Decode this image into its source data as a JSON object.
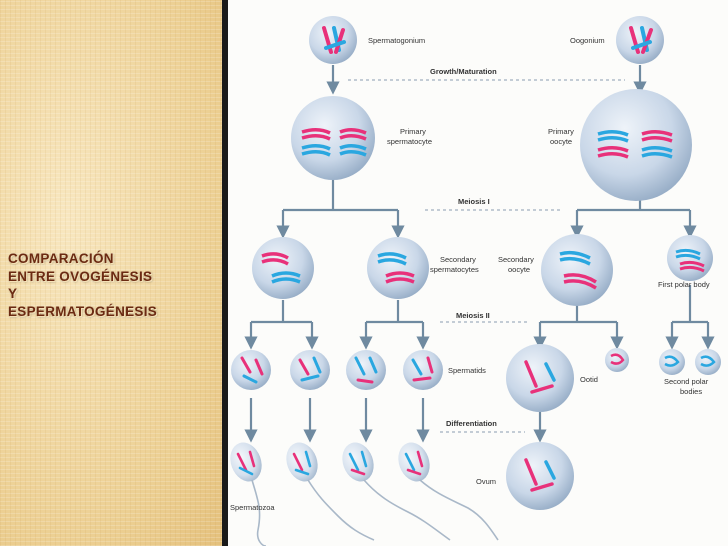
{
  "slide_title": {
    "line1": "COMPARACIÓN",
    "line2": "ENTRE OVOGÉNESIS",
    "line3": "Y",
    "line4": "ESPERMATOGÉNESIS"
  },
  "colors": {
    "accent": "#6b2a12",
    "panel_bg": "#f3dcaa",
    "chromosome_pink": "#e8317a",
    "chromosome_blue": "#2aa7e0",
    "connector": "#6f8aa0",
    "cell": "#c8d8ea"
  },
  "labels": {
    "spermatogonium": "Spermatogonium",
    "oogonium": "Oogonium",
    "growth_maturation": "Growth/Maturation",
    "primary_spermatocyte_1": "Primary",
    "primary_spermatocyte_2": "spermatocyte",
    "primary_oocyte_1": "Primary",
    "primary_oocyte_2": "oocyte",
    "meiosis_1": "Meiosis I",
    "secondary_spermatocytes_1": "Secondary",
    "secondary_spermatocytes_2": "spermatocytes",
    "secondary_oocyte_1": "Secondary",
    "secondary_oocyte_2": "oocyte",
    "first_polar_body": "First polar body",
    "meiosis_2": "Meiosis II",
    "spermatids": "Spermatids",
    "ootid": "Ootid",
    "second_polar_bodies_1": "Second polar",
    "second_polar_bodies_2": "bodies",
    "differentiation": "Differentiation",
    "ovum": "Ovum",
    "spermatozoa": "Spermatozoa"
  }
}
